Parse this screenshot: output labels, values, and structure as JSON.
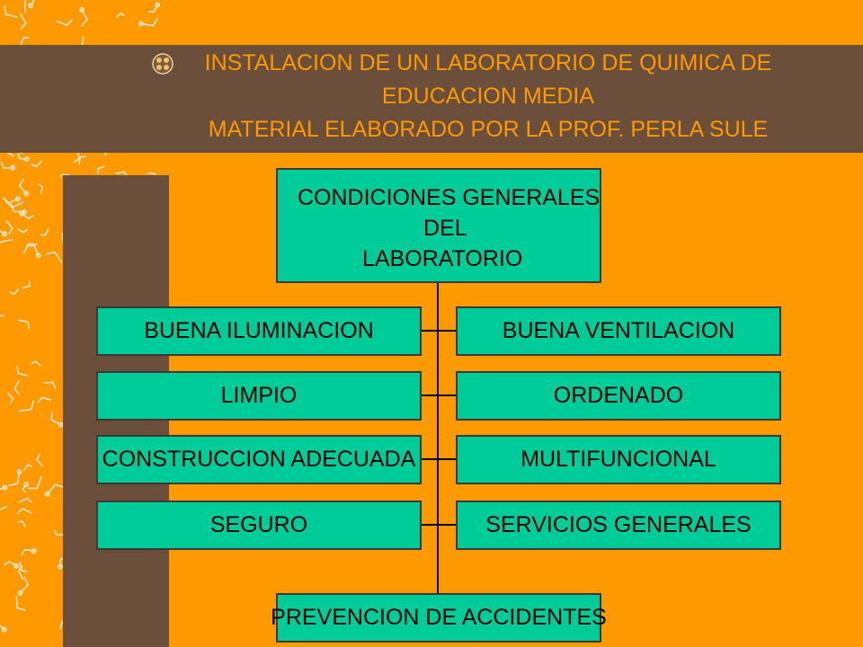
{
  "title": {
    "line1": "INSTALACION DE UN LABORATORIO DE QUIMICA DE",
    "line2": "EDUCACION MEDIA",
    "line3": "MATERIAL ELABORADO POR LA PROF. PERLA SULE"
  },
  "diagram": {
    "top": {
      "line1": "CONDICIONES GENERALES",
      "line2": "DEL",
      "line3": "LABORATORIO"
    },
    "left": [
      "BUENA ILUMINACION",
      "LIMPIO",
      "CONSTRUCCION ADECUADA",
      "SEGURO"
    ],
    "right": [
      "BUENA VENTILACION",
      "ORDENADO",
      "MULTIFUNCIONAL",
      "SERVICIOS GENERALES"
    ],
    "bottom": "PREVENCION DE ACCIDENTES"
  },
  "colors": {
    "background": "#ff9900",
    "band": "#6b4f3a",
    "box": "#00cc99",
    "title_text": "#ff9900"
  }
}
